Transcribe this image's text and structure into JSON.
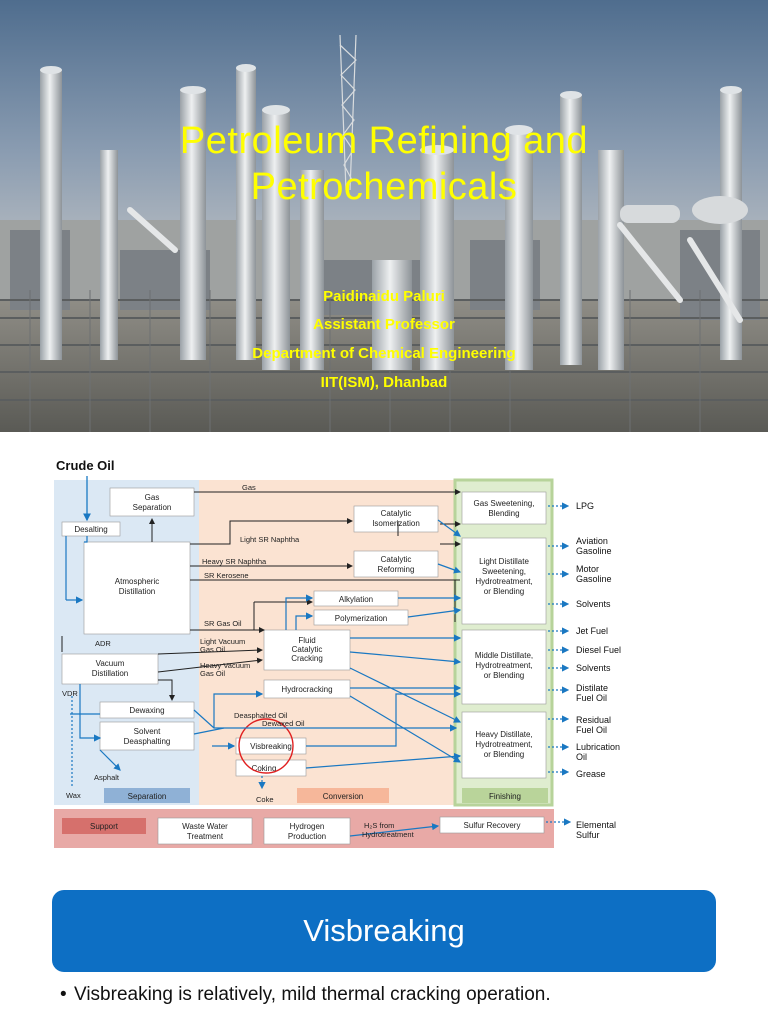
{
  "slide1": {
    "title_line1": "Petroleum Refining and",
    "title_line2": "Petrochemicals",
    "author": "Paidinaidu Paluri",
    "role": "Assistant Professor",
    "department": "Department of Chemical Engineering",
    "institute": "IIT(ISM), Dhanbad",
    "colors": {
      "title": "#ffff00",
      "sky": "#5d7a98"
    }
  },
  "diagram": {
    "input_label": "Crude Oil",
    "sections": {
      "separation": "Separation",
      "conversion": "Conversion",
      "finishing": "Finishing",
      "support": "Support"
    },
    "units": {
      "gas_separation": [
        "Gas",
        "Separation"
      ],
      "desalting": "Desalting",
      "atmospheric_distillation": [
        "Atmospheric",
        "Distillation"
      ],
      "vacuum_distillation": [
        "Vacuum",
        "Distillation"
      ],
      "dewaxing": "Dewaxing",
      "solvent_deasphalting": [
        "Solvent",
        "Deasphalting"
      ],
      "catalytic_isomerization": [
        "Catalytic",
        "Isomerization"
      ],
      "catalytic_reforming": [
        "Catalytic",
        "Reforming"
      ],
      "alkylation": "Alkylation",
      "polymerization": "Polymerization",
      "fluid_catalytic_cracking": [
        "Fluid",
        "Catalytic",
        "Cracking"
      ],
      "hydrocracking": "Hydrocracking",
      "visbreaking": "Visbreaking",
      "coking": "Coking",
      "gas_sweetening": [
        "Gas Sweetening,",
        "Blending"
      ],
      "light_distillate": [
        "Light Distillate",
        "Sweetening,",
        "Hydrotreatment,",
        "or Blending"
      ],
      "middle_distillate": [
        "Middle Distillate,",
        "Hydrotreatment,",
        "or Blending"
      ],
      "heavy_distillate": [
        "Heavy Distillate,",
        "Hydrotreatment,",
        "or Blending"
      ],
      "waste_water": [
        "Waste Water",
        "Treatment"
      ],
      "hydrogen": [
        "Hydrogen",
        "Production"
      ],
      "sulfur_recovery": "Sulfur Recovery"
    },
    "streams": {
      "gas": "Gas",
      "light_sr_naphtha": "Light SR Naphtha",
      "heavy_sr_naphtha": "Heavy SR Naphtha",
      "sr_kerosene": "SR Kerosene",
      "sr_gas_oil": "SR Gas Oil",
      "adr": "ADR",
      "light_vacuum_gas_oil": [
        "Light Vacuum",
        "Gas Oil"
      ],
      "heavy_vacuum_gas_oil": [
        "Heavy Vacuum",
        "Gas Oil"
      ],
      "vdr": "VDR",
      "deasphalted_oil": "Deasphalted Oil",
      "dewaxed_oil": "Dewaxed Oil",
      "asphalt": "Asphalt",
      "wax": "Wax",
      "coke": "Coke",
      "h2s": [
        "H₂S from",
        "Hydrotreatment"
      ]
    },
    "products": {
      "lpg": "LPG",
      "aviation_gasoline": [
        "Aviation",
        "Gasoline"
      ],
      "motor_gasoline": [
        "Motor",
        "Gasoline"
      ],
      "solvents_1": "Solvents",
      "jet_fuel": "Jet Fuel",
      "diesel_fuel": "Diesel Fuel",
      "solvents_2": "Solvents",
      "distillate_fuel_oil": [
        "Distilate",
        "Fuel Oil"
      ],
      "residual_fuel_oil": [
        "Residual",
        "Fuel Oil"
      ],
      "lubrication_oil": [
        "Lubrication",
        "Oil"
      ],
      "grease": "Grease",
      "elemental_sulfur": [
        "Elemental",
        "Sulfur"
      ]
    },
    "colors": {
      "separation": "#dbe8f4",
      "conversion": "#fbe3d2",
      "finishing": "#dfedcf",
      "support": "#e8a9a6",
      "arrow": "#1a78c2",
      "highlight": "#e02020"
    }
  },
  "banner": {
    "title": "Visbreaking",
    "color": "#0d6fc4"
  },
  "bullets": [
    "Visbreaking is relatively, mild thermal cracking operation."
  ]
}
